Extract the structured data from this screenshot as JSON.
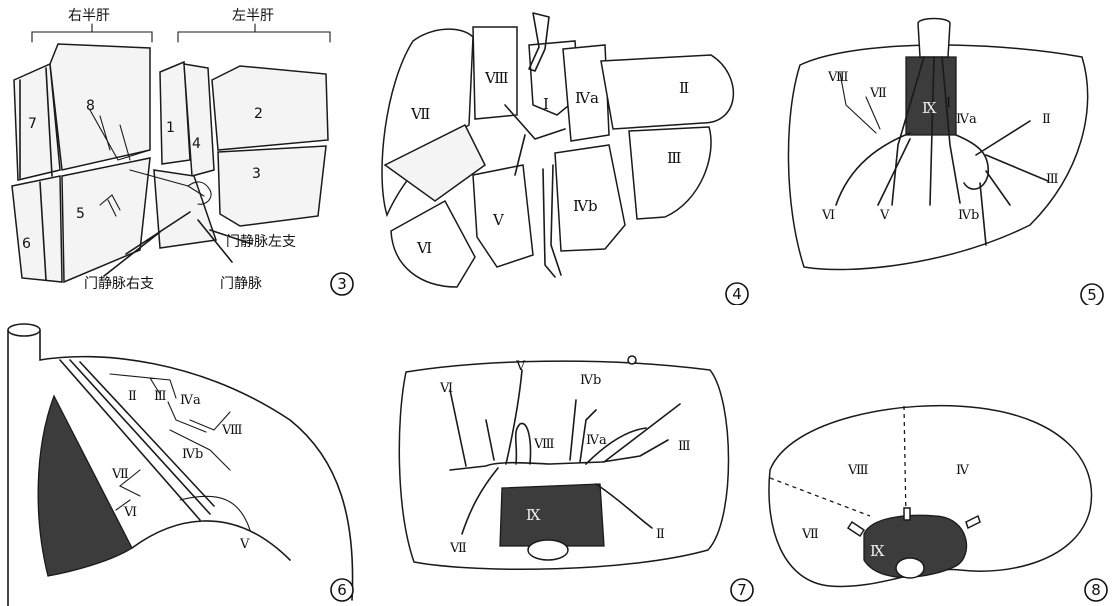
{
  "figure3": {
    "header_right": "右半肝",
    "header_left": "左半肝",
    "segments": [
      "7",
      "8",
      "6",
      "5",
      "1",
      "4",
      "2",
      "3"
    ],
    "label_left_branch": "门静脉左支",
    "label_right_branch": "门静脉右支",
    "label_portal_vein": "门静脉",
    "badge": "3"
  },
  "figure4": {
    "segments": [
      "Ⅶ",
      "Ⅷ",
      "Ⅰ",
      "Ⅳa",
      "Ⅱ",
      "Ⅲ",
      "Ⅵ",
      "Ⅴ",
      "Ⅳb"
    ],
    "badge": "4"
  },
  "figure5": {
    "segments": [
      "Ⅷ",
      "Ⅶ",
      "Ⅸ",
      "Ⅰ",
      "Ⅳa",
      "Ⅱ",
      "Ⅲ",
      "Ⅵ",
      "Ⅴ",
      "Ⅳb"
    ],
    "badge": "5"
  },
  "figure6": {
    "segments": [
      "Ⅱ",
      "Ⅲ",
      "Ⅳa",
      "Ⅷ",
      "Ⅳb",
      "Ⅶ",
      "Ⅵ",
      "Ⅴ"
    ],
    "badge": "6"
  },
  "figure7": {
    "segments": [
      "Ⅵ",
      "Ⅴ",
      "Ⅳb",
      "Ⅷ",
      "Ⅳa",
      "Ⅲ",
      "Ⅸ",
      "Ⅶ",
      "Ⅱ"
    ],
    "badge": "7"
  },
  "figure8": {
    "segments": [
      "Ⅷ",
      "Ⅳ",
      "Ⅶ",
      "Ⅸ"
    ],
    "badge": "8"
  }
}
